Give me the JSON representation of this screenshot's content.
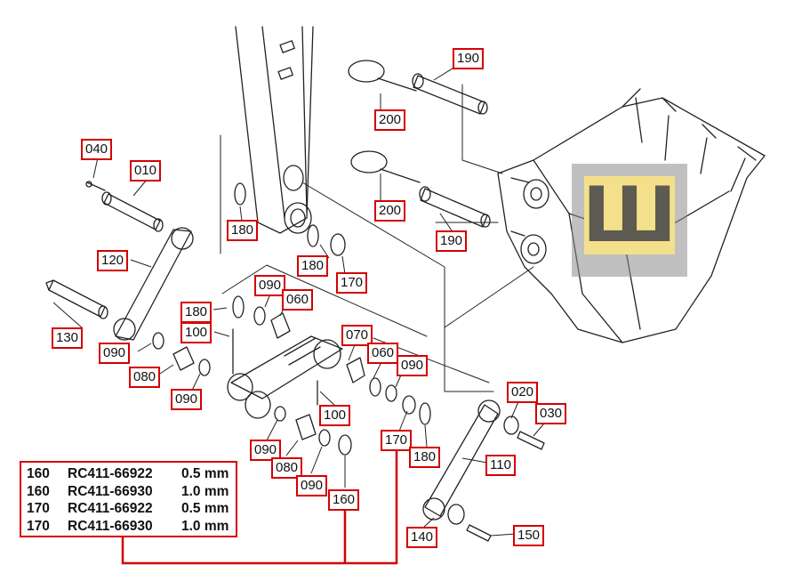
{
  "callouts": {
    "p190a": "190",
    "p200a": "200",
    "p040": "040",
    "p010": "010",
    "p180a": "180",
    "p200b": "200",
    "p180b": "180",
    "p190b": "190",
    "p120": "120",
    "p170a": "170",
    "p090a": "090",
    "p060a": "060",
    "p180c": "180",
    "p100a": "100",
    "p130": "130",
    "p070": "070",
    "p060b": "060",
    "p090b": "090",
    "p090c": "090",
    "p080a": "080",
    "p090d": "090",
    "p100b": "100",
    "p020": "020",
    "p030": "030",
    "p170b": "170",
    "p090e": "090",
    "p180d": "180",
    "p110": "110",
    "p080b": "080",
    "p090f": "090",
    "p160": "160",
    "p140": "140",
    "p150": "150"
  },
  "spec_table": [
    {
      "part": "160",
      "code": "RC411-66922",
      "size": "0.5 mm"
    },
    {
      "part": "160",
      "code": "RC411-66930",
      "size": "1.0 mm"
    },
    {
      "part": "170",
      "code": "RC411-66922",
      "size": "0.5 mm"
    },
    {
      "part": "170",
      "code": "RC411-66930",
      "size": "1.0 mm"
    }
  ],
  "watermark": {
    "glyph": "Ш"
  },
  "colors": {
    "callout_border": "#d40000",
    "line": "#222222",
    "highlight": "#d40000"
  }
}
